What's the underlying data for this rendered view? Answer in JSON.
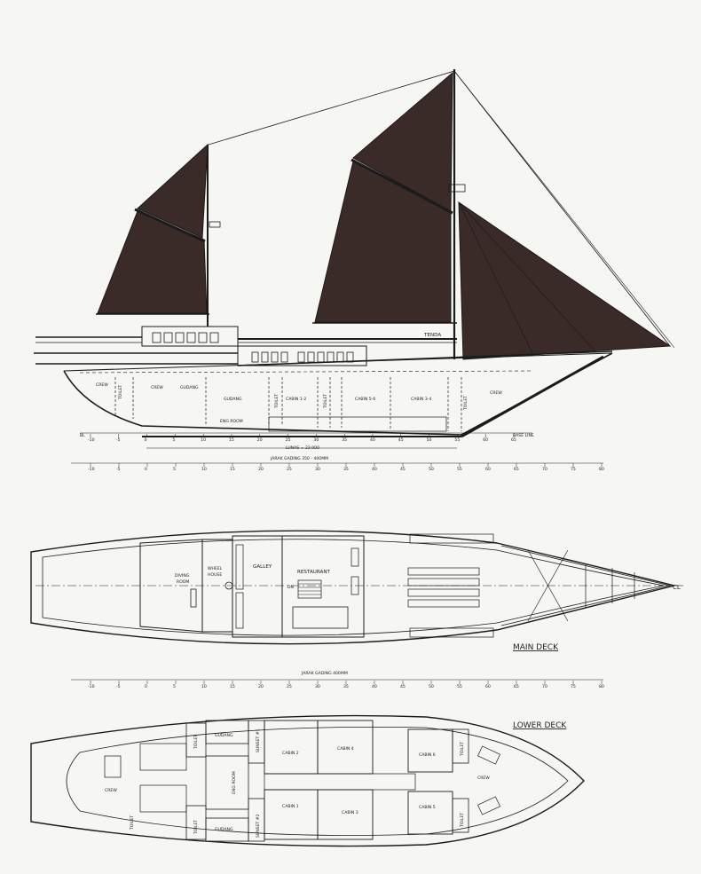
{
  "side_view": {
    "labels": {
      "tenda": "TENDA",
      "crew_aft": "CREW",
      "toilet_aft": "TOILET",
      "crew_aft2": "CREW",
      "gudang_aft": "GUDANG",
      "gudang_mid": "GUDANG",
      "eng_room": "ENG ROOM",
      "toilet_1": "TOILET",
      "cabin_12": "CABIN 1-2",
      "toilet_2": "TOILET",
      "cabin_56": "CABIN 5-6",
      "cabin_34": "CABIN 3-4",
      "toilet_fwd": "TOILET",
      "crew_fwd": "CREW",
      "bl": "BL",
      "base_line": "BASE LINE",
      "lunas": "LUNAS = 22.000",
      "jarak_gading": "JARAK GADING 350 - 400MM"
    },
    "keel_ticks": [
      "-10",
      "-5",
      "0",
      "5",
      "10",
      "15",
      "20",
      "25",
      "30",
      "35",
      "40",
      "45",
      "50",
      "55",
      "60",
      "65"
    ],
    "scale_ticks": [
      "-10",
      "-5",
      "0",
      "5",
      "10",
      "15",
      "20",
      "25",
      "30",
      "35",
      "40",
      "45",
      "50",
      "55",
      "60",
      "65",
      "70",
      "75",
      "80"
    ]
  },
  "main_deck": {
    "title": "MAIN DECK",
    "labels": {
      "diving_room_1": "DIVING",
      "diving_room_2": "ROOM",
      "wheel_house_1": "WHEEL",
      "wheel_house_2": "HOUSE",
      "galley": "GALLEY",
      "restaurant": "RESTAURANT",
      "dn": "DN",
      "cl": "CL"
    },
    "jarak_gading": "JARAK GADING 400MM",
    "scale_ticks": [
      "-10",
      "-5",
      "0",
      "5",
      "10",
      "15",
      "20",
      "25",
      "30",
      "35",
      "40",
      "45",
      "50",
      "55",
      "60",
      "65",
      "70",
      "75",
      "80"
    ]
  },
  "lower_deck": {
    "title": "LOWER DECK",
    "labels": {
      "crew_aft": "CREW",
      "toilet_aft": "TOILET",
      "toilet_top": "TOILET",
      "toilet_bot": "TOILET",
      "gudang_top": "GUDANG",
      "gudang_bot": "GUDANG",
      "eng_room": "ENG ROOM",
      "sunset_1": "SUNSET #1",
      "sunset_2": "SUNSET #2",
      "cabin_1": "CABIN 1",
      "cabin_2": "CABIN 2",
      "cabin_3": "CABIN 3",
      "cabin_4": "CABIN 4",
      "cabin_5": "CABIN 5",
      "cabin_6": "CABIN 6",
      "toilet_fwd_top": "TOILET",
      "toilet_fwd_bot": "TOILET",
      "crew_fwd": "CREW"
    }
  },
  "colors": {
    "sail": "#3a2b29",
    "ink": "#1b1b1b",
    "paper": "#f6f6f3"
  }
}
